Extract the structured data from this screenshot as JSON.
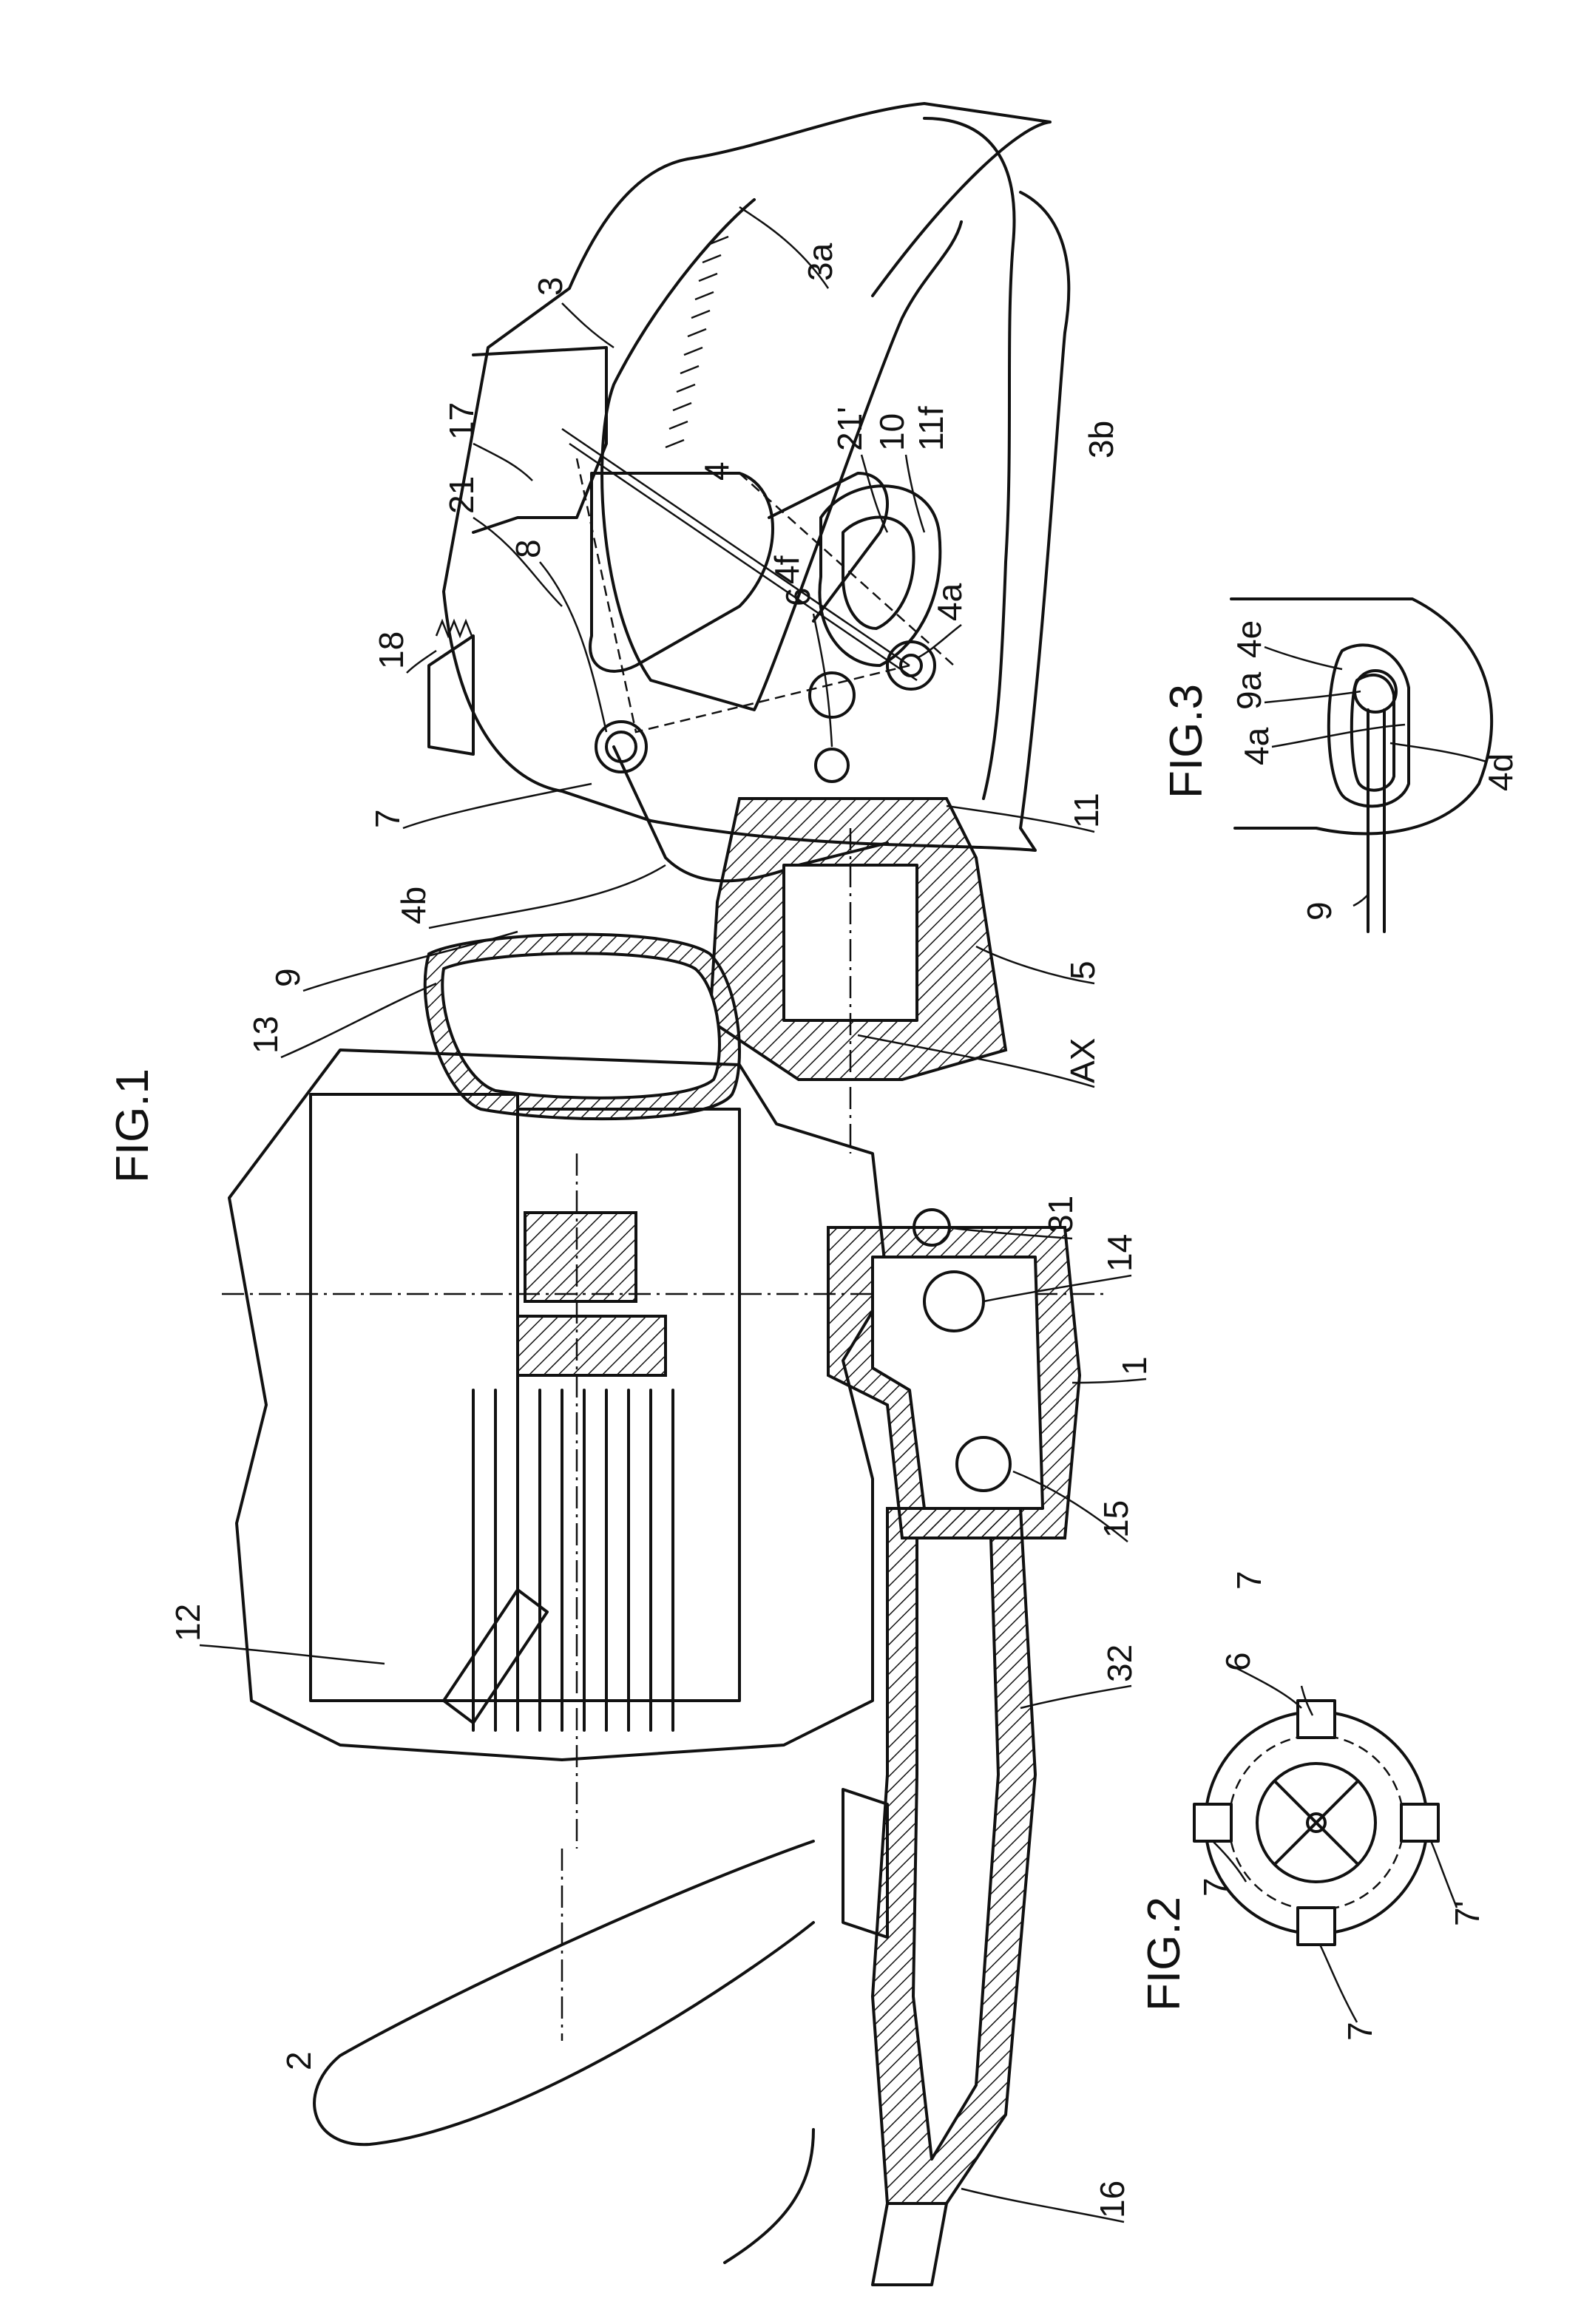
{
  "figures": {
    "fig1": "FIG.1",
    "fig2": "FIG.2",
    "fig3": "FIG.3"
  },
  "labels": {
    "l3": "3",
    "l3a": "3a",
    "l3b": "3b",
    "l17": "17",
    "l21": "21",
    "l8": "8",
    "l18": "18",
    "l4": "4",
    "l4f": "4f",
    "l21p": "21'",
    "l10": "10",
    "l11f": "11f",
    "l6": "6",
    "l4a": "4a",
    "l7": "7",
    "l11": "11",
    "l4b": "4b",
    "l5": "5",
    "l9": "9",
    "lAX": "AX",
    "l13": "13",
    "l31": "31",
    "l14": "14",
    "l1": "1",
    "l15": "15",
    "l12": "12",
    "l32": "32",
    "l2": "2",
    "l16": "16",
    "f2_6": "6",
    "f2_7top": "7",
    "f2_7left": "7",
    "f2_7right": "7'",
    "f2_7bottom": "7",
    "f3_4e": "4e",
    "f3_9a": "9a",
    "f3_4a": "4a",
    "f3_4d": "4d",
    "f3_9": "9"
  }
}
